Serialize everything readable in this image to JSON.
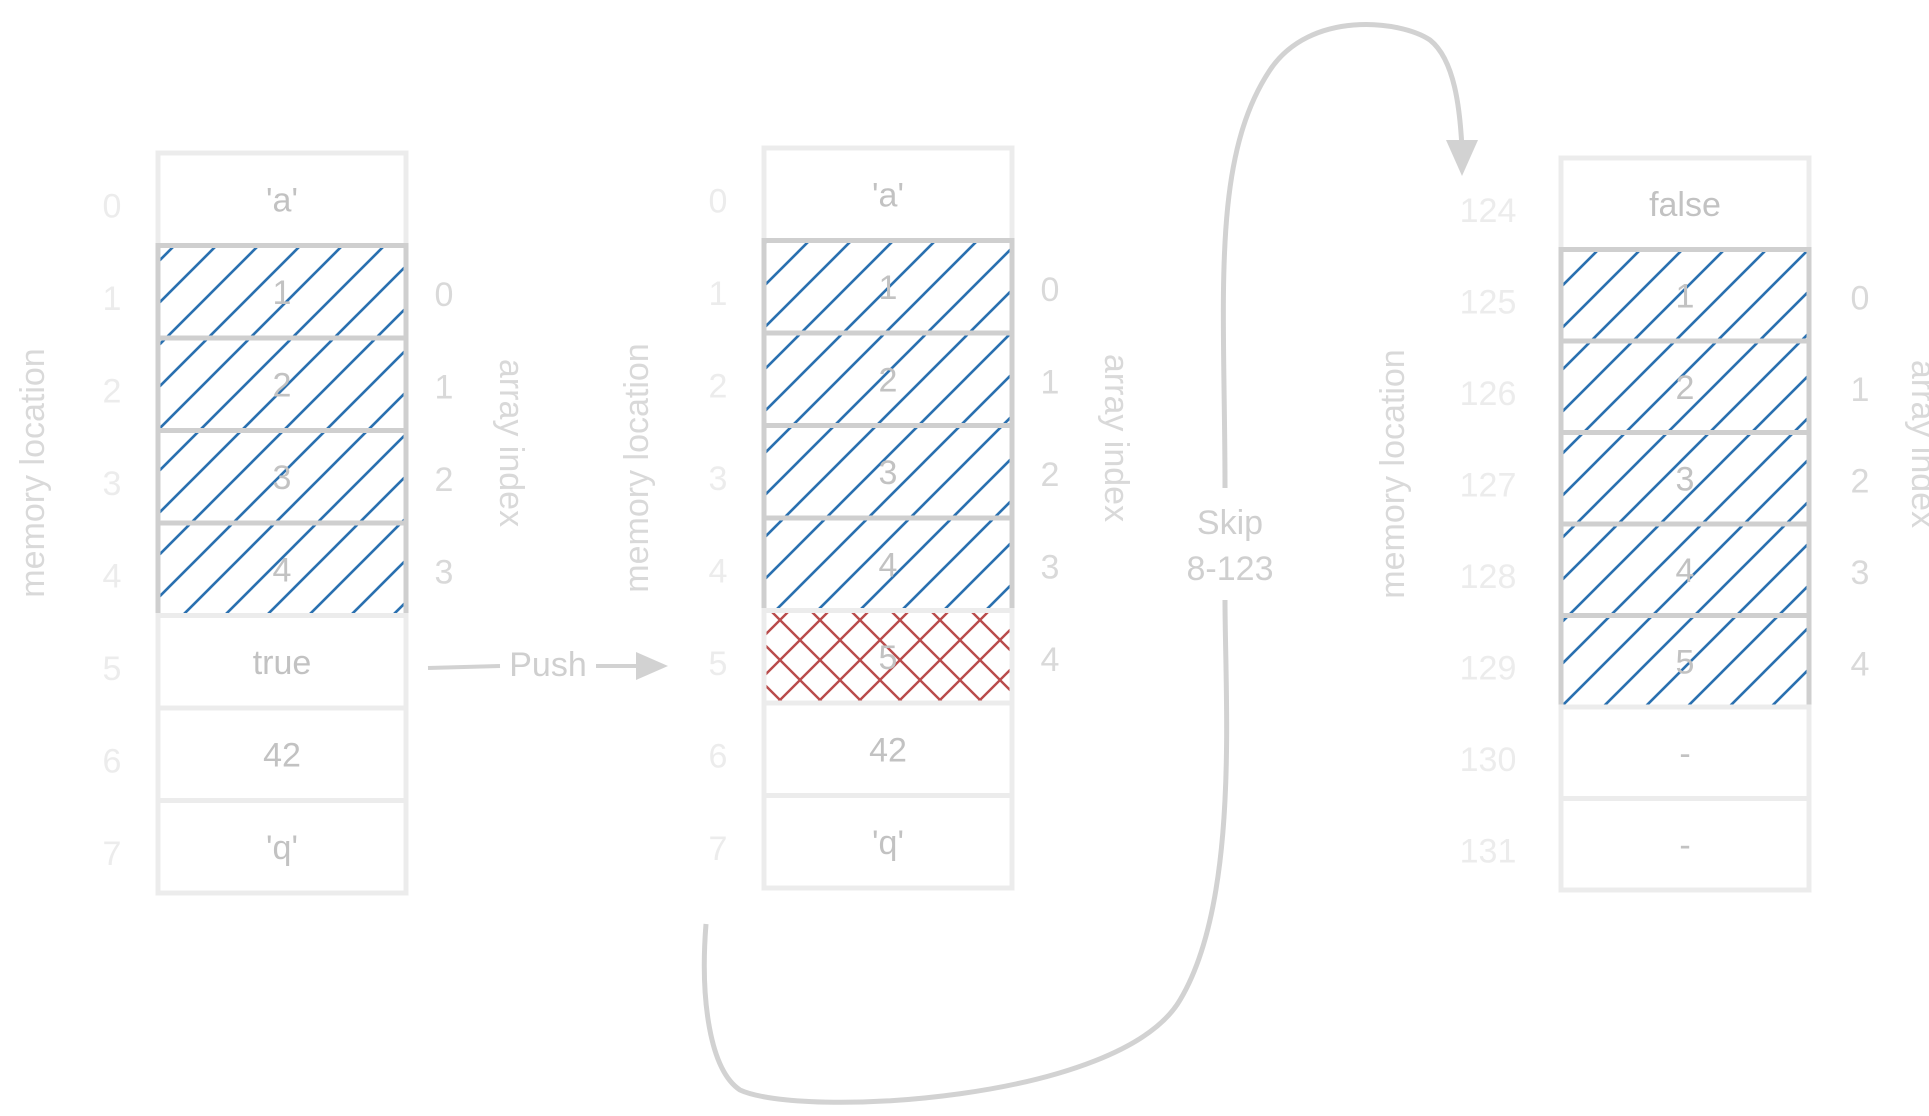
{
  "colors": {
    "border_light": "#ececec",
    "border_array": "#cfcfcf",
    "text_light": "#d9d9d9",
    "text_lighter": "#ececec",
    "text_value": "#c2c2c2",
    "arrow": "#d2d2d2",
    "hatch_blue": "#2a70b0",
    "hatch_red": "#b94b4b"
  },
  "labels": {
    "memory_location": "memory location",
    "array_index": "array index",
    "push": "Push",
    "skip_line1": "Skip",
    "skip_line2": "8-123"
  },
  "panels": [
    {
      "id": "before-push",
      "cells": [
        {
          "mem": "0",
          "value": "'a'",
          "array": false,
          "index": ""
        },
        {
          "mem": "1",
          "value": "1",
          "array": true,
          "index": "0"
        },
        {
          "mem": "2",
          "value": "2",
          "array": true,
          "index": "1"
        },
        {
          "mem": "3",
          "value": "3",
          "array": true,
          "index": "2"
        },
        {
          "mem": "4",
          "value": "4",
          "array": true,
          "index": "3"
        },
        {
          "mem": "5",
          "value": "true",
          "array": false,
          "index": ""
        },
        {
          "mem": "6",
          "value": "42",
          "array": false,
          "index": ""
        },
        {
          "mem": "7",
          "value": "'q'",
          "array": false,
          "index": ""
        }
      ]
    },
    {
      "id": "after-push-conflict",
      "cells": [
        {
          "mem": "0",
          "value": "'a'",
          "array": false,
          "index": ""
        },
        {
          "mem": "1",
          "value": "1",
          "array": true,
          "index": "0"
        },
        {
          "mem": "2",
          "value": "2",
          "array": true,
          "index": "1"
        },
        {
          "mem": "3",
          "value": "3",
          "array": true,
          "index": "2"
        },
        {
          "mem": "4",
          "value": "4",
          "array": true,
          "index": "3"
        },
        {
          "mem": "5",
          "value": "5",
          "array": "conflict",
          "index": "4"
        },
        {
          "mem": "6",
          "value": "42",
          "array": false,
          "index": ""
        },
        {
          "mem": "7",
          "value": "'q'",
          "array": false,
          "index": ""
        }
      ]
    },
    {
      "id": "relocated",
      "cells": [
        {
          "mem": "124",
          "value": "false",
          "array": false,
          "index": ""
        },
        {
          "mem": "125",
          "value": "1",
          "array": true,
          "index": "0"
        },
        {
          "mem": "126",
          "value": "2",
          "array": true,
          "index": "1"
        },
        {
          "mem": "127",
          "value": "3",
          "array": true,
          "index": "2"
        },
        {
          "mem": "128",
          "value": "4",
          "array": true,
          "index": "3"
        },
        {
          "mem": "129",
          "value": "5",
          "array": true,
          "index": "4"
        },
        {
          "mem": "130",
          "value": "-",
          "array": false,
          "index": ""
        },
        {
          "mem": "131",
          "value": "-",
          "array": false,
          "index": ""
        }
      ]
    }
  ]
}
